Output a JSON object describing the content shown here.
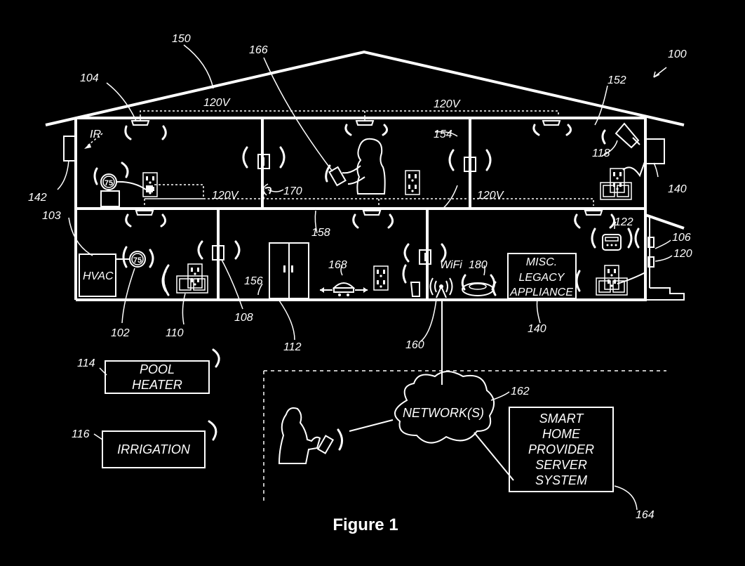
{
  "figure_title": "Figure 1",
  "refs": {
    "r100": "100",
    "r102": "102",
    "r103": "103",
    "r104": "104",
    "r106": "106",
    "r108": "108",
    "r110": "110",
    "r112": "112",
    "r114": "114",
    "r116": "116",
    "r118": "118",
    "r120": "120",
    "r122": "122",
    "r140a": "140",
    "r140b": "140",
    "r142": "142",
    "r150": "150",
    "r152": "152",
    "r154": "154",
    "r156": "156",
    "r158": "158",
    "r160": "160",
    "r162": "162",
    "r164": "164",
    "r166": "166",
    "r168": "168",
    "r170": "170",
    "r180": "180"
  },
  "voltage": {
    "v1": "120V",
    "v2": "120V",
    "v3": "120V",
    "v4": "120V"
  },
  "labels": {
    "ir": "IR",
    "hvac": "HVAC",
    "thermostat_a": "75",
    "thermostat_b": "75",
    "wifi": "WiFi",
    "legacy": [
      "MISC.",
      "LEGACY",
      "APPLIANCE"
    ],
    "pool": [
      "POOL",
      "HEATER"
    ],
    "irrigation": "IRRIGATION",
    "network": "NETWORK(S)",
    "server": [
      "SMART",
      "HOME",
      "PROVIDER",
      "SERVER",
      "SYSTEM"
    ]
  }
}
